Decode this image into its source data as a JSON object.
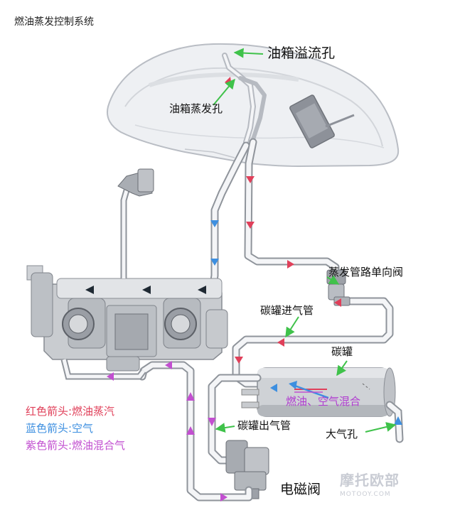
{
  "title": "燃油蒸发控制系统",
  "labels": {
    "tank_overflow_port": "油箱溢流孔",
    "tank_vapor_port": "油箱蒸发孔",
    "check_valve": "蒸发管路单向阀",
    "canister_inlet": "碳罐进气管",
    "canister": "碳罐",
    "mixture": "燃油、空气混合",
    "canister_outlet": "碳罐出气管",
    "atmosphere_port": "大气孔",
    "solenoid_valve": "电磁阀"
  },
  "legend": [
    {
      "text": "红色箭头:燃油蒸汽",
      "color": "#e0405a"
    },
    {
      "text": "蓝色箭头:空气",
      "color": "#3d8fe0"
    },
    {
      "text": "紫色箭头:燃油混合气",
      "color": "#c24fd0"
    }
  ],
  "watermark": {
    "main": "摩托欧部",
    "sub": "MOTOOY.COM"
  },
  "colors": {
    "vapor": "#e0405a",
    "air": "#3d8fe0",
    "mixture": "#c24fd0",
    "mixture_text": "#b03ad0",
    "pointer": "#3fc24a"
  }
}
